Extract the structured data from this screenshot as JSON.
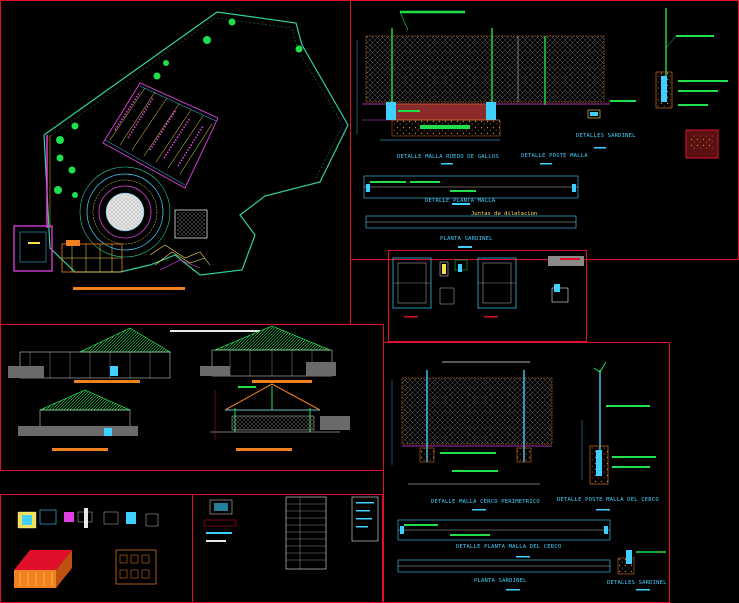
{
  "drawing": {
    "labels": {
      "detail_fence_cockpit": "DETALLE MALLA RUEDO DE GALLOS",
      "detail_fence_post": "DETALLE POSTE MALLA",
      "detail_sardinel_top": "DETALLES SARDINEL",
      "detail_fence_plan": "DETALLE PLANTA MALLA",
      "expansion_joint": "Juntas de dilatacion",
      "sardinel_plan_top": "PLANTA SARDINEL",
      "detail_perimeter_fence": "DETALLE MALLA CERCO PERIMETRICO",
      "detail_perimeter_post": "DETALLE POSTE MALLA DEL CERCO",
      "detail_perimeter_plan": "DETALLE PLANTA MALLA DEL CERCO",
      "sardinel_plan_bottom": "PLANTA SARDINEL",
      "detail_sardinel_bottom": "DETALLES SARDINEL"
    },
    "colors": {
      "frame": "#e0102a",
      "label": "#3fd0ff",
      "accent_green": "#1fe04a",
      "accent_yellow": "#f5e050",
      "accent_magenta": "#e040e0",
      "accent_orange": "#f08020"
    }
  }
}
